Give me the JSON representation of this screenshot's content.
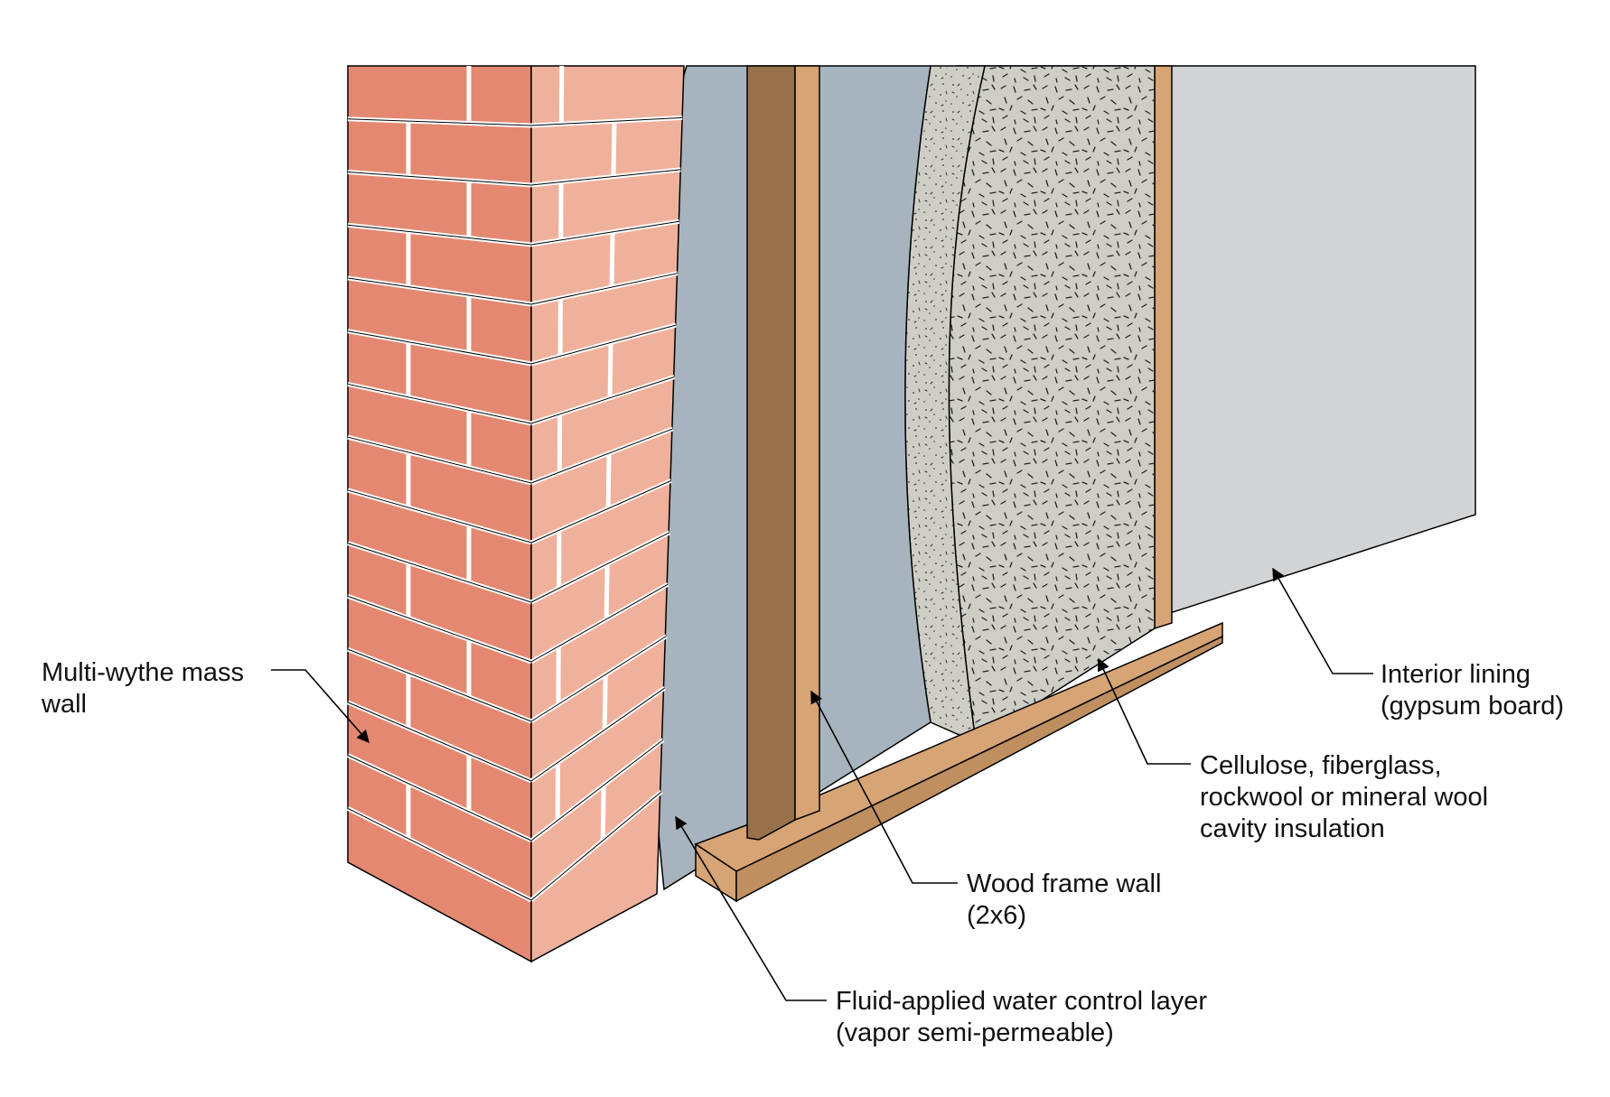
{
  "labels": {
    "mass_wall": [
      "Multi-wythe mass",
      "wall"
    ],
    "water_control": [
      "Fluid-applied water control layer",
      "(vapor semi-permeable)"
    ],
    "wood_frame": [
      "Wood frame wall",
      "(2x6)"
    ],
    "cavity_insulation": [
      "Cellulose, fiberglass,",
      "rockwool or mineral wool",
      "cavity insulation"
    ],
    "interior_lining": [
      "Interior lining",
      "(gypsum board)"
    ]
  },
  "colors": {
    "brick_front": "#E48872",
    "brick_side": "#F0B19C",
    "mortar": "#FFFFFF",
    "water_control_layer": "#A7B4BD",
    "stud_dark": "#97714A",
    "stud_light": "#D7A475",
    "insulation": "#CECEC6",
    "gypsum": "#D1D3D5",
    "outline": "#000000"
  }
}
